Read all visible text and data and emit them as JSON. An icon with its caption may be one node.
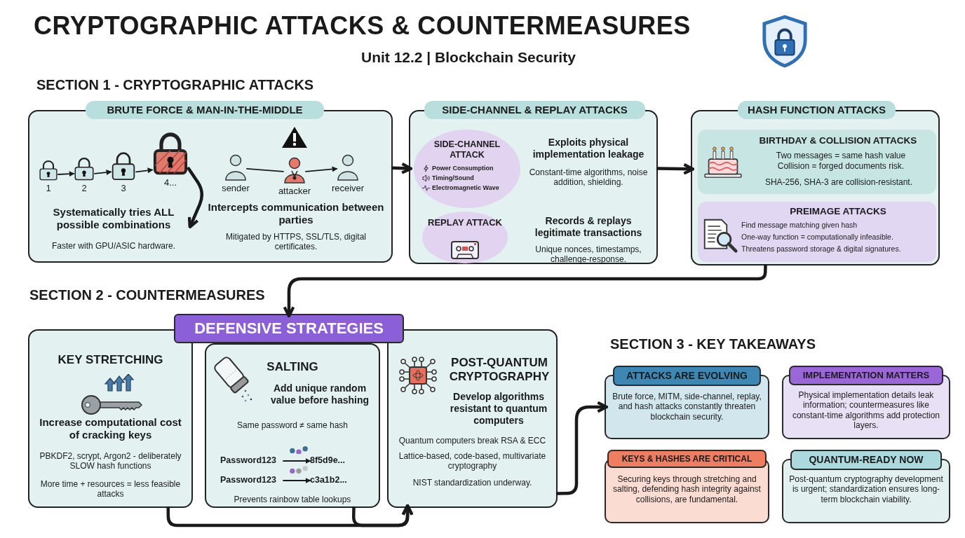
{
  "diagram": {
    "title": "CRYPTOGRAPHIC ATTACKS & COUNTERMEASURES",
    "nodes": [
      {
        "text": [
          "BRUTE FORCE & MAN-IN-THE-MIDDLE",
          "Intercepts communication between parties",
          "Mitigated by HTTPS, SSL/TLS, digital certificates."
        ]
      },
      {
        "text": [],
        "shape": "picture",
        "in": 0,
        "beside": [
          "1"
        ]
      },
      {
        "text": [],
        "shape": "picture",
        "in": 0,
        "beside": [
          "2"
        ]
      },
      {
        "text": [],
        "shape": "picture",
        "in": 0,
        "beside": [
          "3"
        ]
      },
      {
        "text": [],
        "shape": "picture",
        "in": 0,
        "beside": [
          "4..."
        ]
      },
      {
        "text": [
          "Systematically tries ALL possible combinations",
          "Faster with GPU/ASIC hardware."
        ],
        "in": 0
      },
      {
        "text": [],
        "shape": "person",
        "in": 0,
        "beside": [
          "sender"
        ]
      },
      {
        "text": [],
        "shape": "person",
        "in": 0,
        "beside": [
          "attacker"
        ]
      },
      {
        "text": [],
        "shape": "person",
        "in": 0,
        "beside": [
          "receiver"
        ]
      },
      {
        "text": [
          "SIDE-CHANNEL & REPLAY ATTACKS",
          "Exploits physical implementation leakage",
          "Constant-time algorithms, noise addition, shielding.",
          "Records & replays legitimate transactions",
          "Unique nonces, timestamps, challenge-response."
        ]
      },
      {
        "text": [
          "SIDE-CHANNEL ATTACK",
          "Power Consumption",
          "Timing/Sound",
          "Electromagnetic Wave"
        ],
        "in": 9
      },
      {
        "text": [
          "REPLAY ATTACK"
        ],
        "in": 9
      },
      {
        "text": [
          "HASH FUNCTION ATTACKS"
        ]
      },
      {
        "text": [
          "BIRTHDAY & COLLISION ATTACKS",
          "Two messages = same hash value",
          "Collision = forged documents risk.",
          "SHA-256, SHA-3 are collision-resistant."
        ],
        "in": 12
      },
      {
        "text": [
          "PREIMAGE ATTACKS",
          "Find message matching given hash",
          "One-way function = computationally infeasible.",
          "Threatens password storage & digital signatures."
        ],
        "in": 12
      },
      {
        "text": [
          "DEFENSIVE STRATEGIES"
        ]
      },
      {
        "text": [
          "KEY STRETCHING",
          "Increase computational cost of cracking keys",
          "PBKDF2, scrypt, Argon2 - deliberately SLOW hash functions",
          "More time + resources = less feasible attacks"
        ]
      },
      {
        "text": [
          "SALTING",
          "Add unique random value before hashing",
          "Same password ≠ same hash",
          "Prevents rainbow table lookups"
        ]
      },
      {
        "text": [
          "Password123"
        ],
        "in": 17
      },
      {
        "text": [
          "8f5d9e..."
        ],
        "in": 17
      },
      {
        "text": [
          "Password123"
        ],
        "in": 17
      },
      {
        "text": [
          "c3a1b2..."
        ],
        "in": 17
      },
      {
        "text": [
          "POST-QUANTUM CRYPTOGRAPHY",
          "Develop algorithms resistant to quantum computers",
          "Quantum computers break RSA & ECC",
          "Lattice-based, code-based, multivariate cryptography",
          "NIST standardization underway."
        ]
      },
      {
        "text": [
          "ATTACKS ARE EVOLVING",
          "Brute force, MITM, side-channel, replay, and hash attacks constantly threaten blockchain security."
        ]
      },
      {
        "text": [
          "IMPLEMENTATION MATTERS",
          "Physical implementation details leak information; countermeasures like constant-time algorithms add protection layers."
        ]
      },
      {
        "text": [
          "KEYS & HASHES ARE CRITICAL",
          "Securing keys through stretching and salting, defending hash integrity against collisions, are fundamental."
        ]
      },
      {
        "text": [
          "QUANTUM-READY NOW",
          "Post-quantum cryptography development is urgent; standardization ensures long-term blockchain viability."
        ]
      }
    ],
    "edges": [
      {
        "from": 1,
        "to": 2,
        "arrow": "to"
      },
      {
        "from": 2,
        "to": 3,
        "arrow": "to"
      },
      {
        "from": 3,
        "to": 4,
        "arrow": "to"
      },
      {
        "from": 4,
        "to": 5,
        "arrow": "to",
        "style": "thick"
      },
      {
        "from": 6,
        "to": 7,
        "arrow": "none"
      },
      {
        "from": 7,
        "to": 8,
        "arrow": "to"
      },
      {
        "from": 0,
        "to": 9,
        "arrow": "to",
        "style": "thick"
      },
      {
        "from": 9,
        "to": 12,
        "arrow": "to",
        "style": "thick"
      },
      {
        "from": 12,
        "to": 15,
        "arrow": "to",
        "style": "thick"
      },
      {
        "from": 16,
        "to": 22,
        "arrow": "to",
        "style": "thick"
      },
      {
        "from": 17,
        "to": 22,
        "arrow": "to",
        "style": "thick"
      },
      {
        "from": 22,
        "to": 23,
        "arrow": "to",
        "style": "thick"
      },
      {
        "from": 18,
        "to": 19,
        "arrow": "to"
      },
      {
        "from": 20,
        "to": 21,
        "arrow": "to"
      }
    ],
    "labels": [
      "Unit 12.2 | Blockchain Security",
      "SECTION 1 - CRYPTOGRAPHIC ATTACKS",
      "SECTION 2 - COUNTERMEASURES",
      "SECTION 3 - KEY TAKEAWAYS"
    ]
  }
}
